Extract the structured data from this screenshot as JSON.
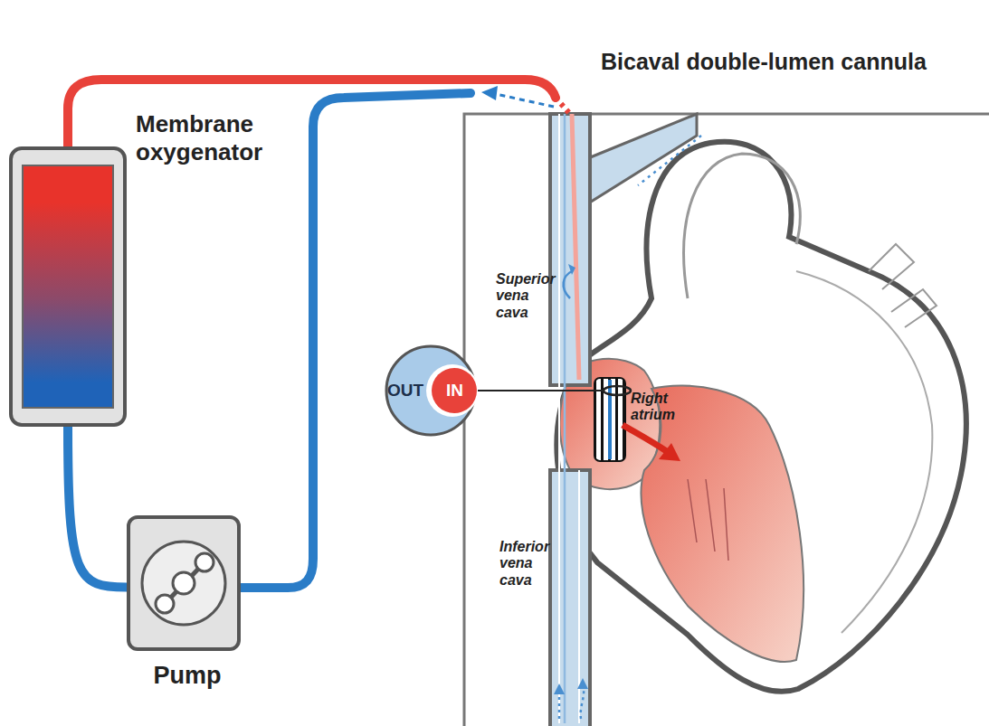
{
  "diagram": {
    "nodes": [
      {
        "text": [
          "Membrane oxygenator"
        ]
      },
      {
        "text": [
          "Pump"
        ]
      },
      {
        "text": [
          "OUT",
          "IN"
        ]
      }
    ],
    "edges": [
      {
        "from": 1,
        "to": 0,
        "arrow": "none"
      }
    ],
    "labels": [
      "Bicaval double-lumen cannula",
      "Superior vena cava",
      "Inferior vena cava",
      "Right atrium"
    ]
  }
}
